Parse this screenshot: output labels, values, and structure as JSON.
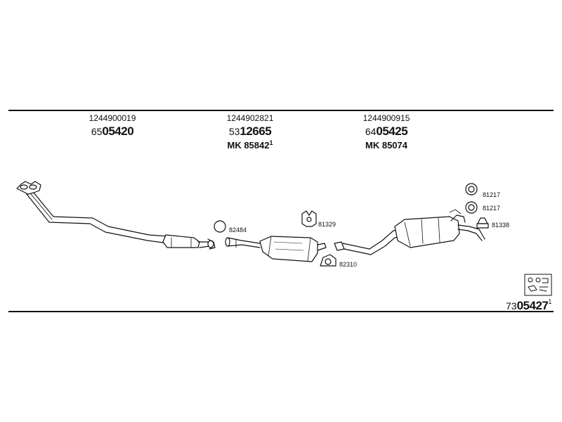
{
  "header": {
    "columns": [
      {
        "oe_number": "1244900019",
        "prefix": "65",
        "part_number": "05420",
        "mk_label": "",
        "mk_number": "",
        "mk_sup": ""
      },
      {
        "oe_number": "1244902821",
        "prefix": "53",
        "part_number": "12665",
        "mk_label": "MK",
        "mk_number": "85842",
        "mk_sup": "1"
      },
      {
        "oe_number": "1244900915",
        "prefix": "64",
        "part_number": "05425",
        "mk_label": "MK",
        "mk_number": "85074",
        "mk_sup": ""
      }
    ]
  },
  "parts": {
    "p82484": "82484",
    "p81329": "81329",
    "p82310": "82310",
    "p81217a": "81217",
    "p81217b": "81217",
    "p81338": "81338"
  },
  "footer": {
    "prefix": "73",
    "number": "05427",
    "sup": "1"
  },
  "icons": {
    "kit": "mounting-kit-icon"
  }
}
